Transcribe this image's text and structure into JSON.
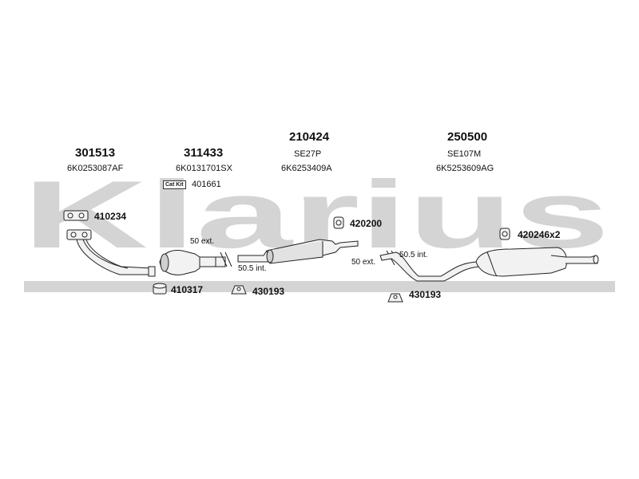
{
  "watermark": {
    "text": "Klarius",
    "color": "#d4d4d4"
  },
  "groups": [
    {
      "number": "301513",
      "oe": "6K0253087AF"
    },
    {
      "number": "311433",
      "oe": "6K0131701SX"
    },
    {
      "number": "210424",
      "sub": "SE27P",
      "oe": "6K6253409A"
    },
    {
      "number": "250500",
      "sub": "SE107M",
      "oe": "6K5253609AG"
    }
  ],
  "cat_kit": {
    "badge": "Cat Kit",
    "number": "401661"
  },
  "parts": {
    "gasket": "410234",
    "ring": "410317",
    "hanger_1": "430193",
    "hanger_2": "430193",
    "clamp": "420200",
    "rubber": "420246x2"
  },
  "annotations": {
    "ext_1": "50 ext.",
    "int_1": "50.5 int.",
    "ext_2": "50 ext.",
    "int_2": "50.5 int."
  },
  "colors": {
    "line": "#222222",
    "fill": "#f2f2f2",
    "shade": "#cfcfcf"
  }
}
